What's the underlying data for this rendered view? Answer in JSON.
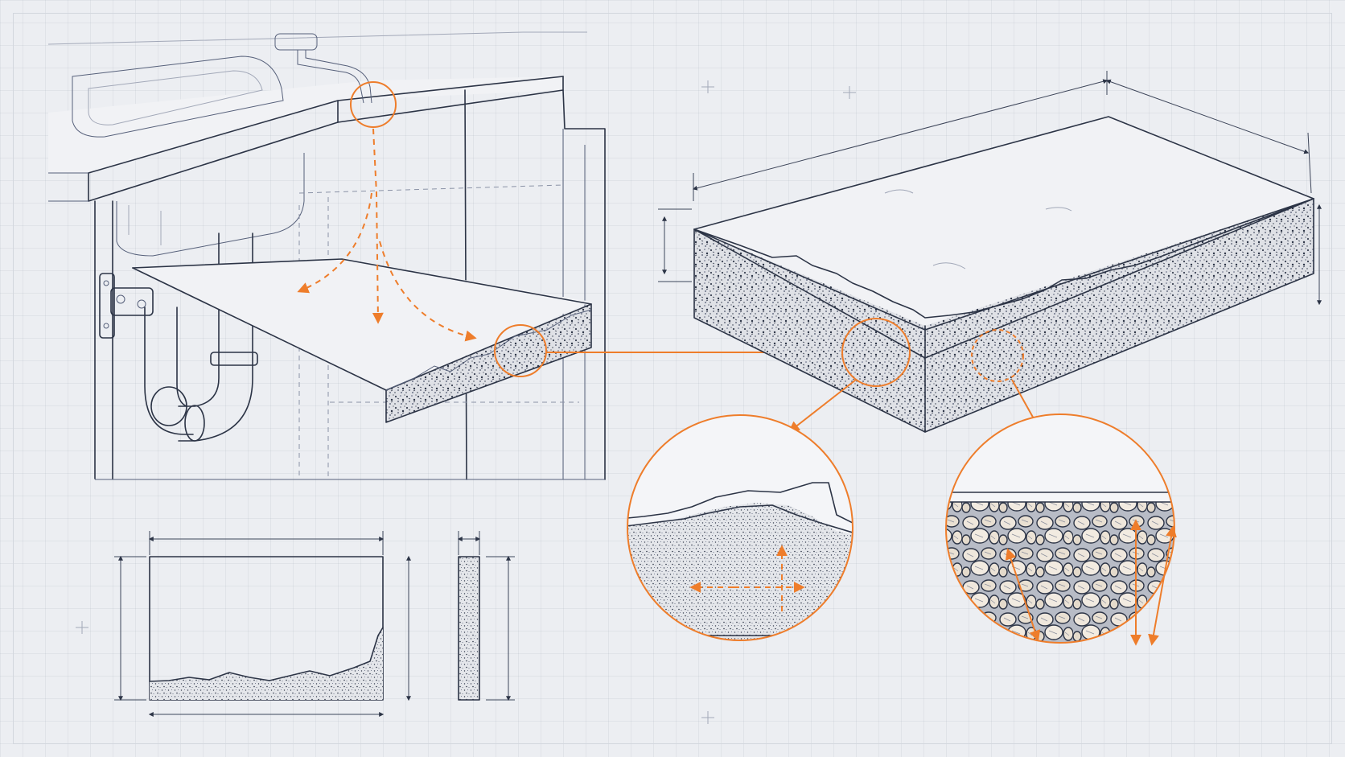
{
  "figure": {
    "title": "",
    "accent_color": "#ee7d2b",
    "ink_color": "#2c3446",
    "paper_color": "#eceef2"
  },
  "scenes": [
    {
      "id": "sink-cabinet-cutaway",
      "shows": [
        "sink",
        "faucet-leak-circle",
        "p-trap",
        "cabinet-hinge",
        "swollen-shelf-edge"
      ]
    },
    {
      "id": "panel-isometric",
      "shows": [
        "dimension-lines",
        "swollen-top-edge",
        "particle-core"
      ]
    },
    {
      "id": "detail-surface-swell",
      "shows": [
        "lifted-laminate",
        "swelling-arrows"
      ]
    },
    {
      "id": "detail-particle-core",
      "shows": [
        "wood-particles",
        "expansion-arrows"
      ]
    },
    {
      "id": "orthographic-views",
      "shows": [
        "front-view",
        "side-view"
      ]
    }
  ],
  "icons": [
    "hinge-icon",
    "faucet-icon",
    "drain-pipe-icon"
  ]
}
